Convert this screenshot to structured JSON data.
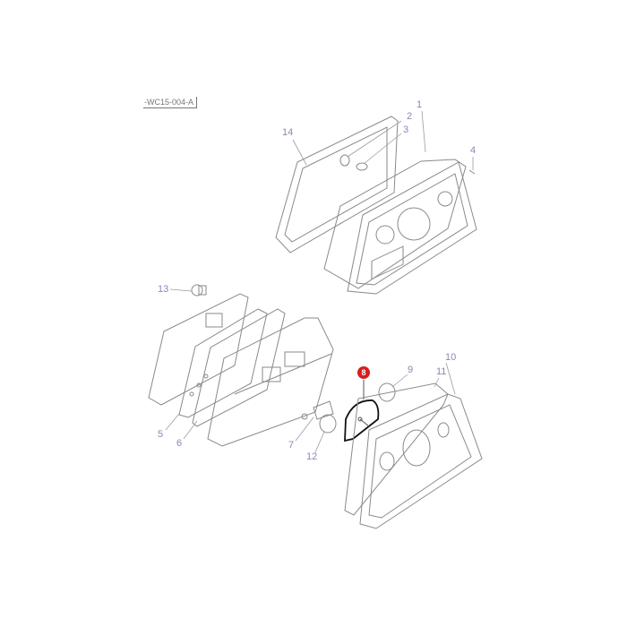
{
  "diagram": {
    "reference_code": "-WC15-004-A",
    "highlight_color": "#d42020",
    "highlighted_part": "8",
    "callouts": {
      "p1": "1",
      "p2": "2",
      "p3": "3",
      "p4": "4",
      "p5": "5",
      "p6": "6",
      "p7": "7",
      "p8": "8",
      "p9": "9",
      "p10": "10",
      "p11": "11",
      "p12": "12",
      "p13": "13",
      "p14": "14"
    }
  }
}
